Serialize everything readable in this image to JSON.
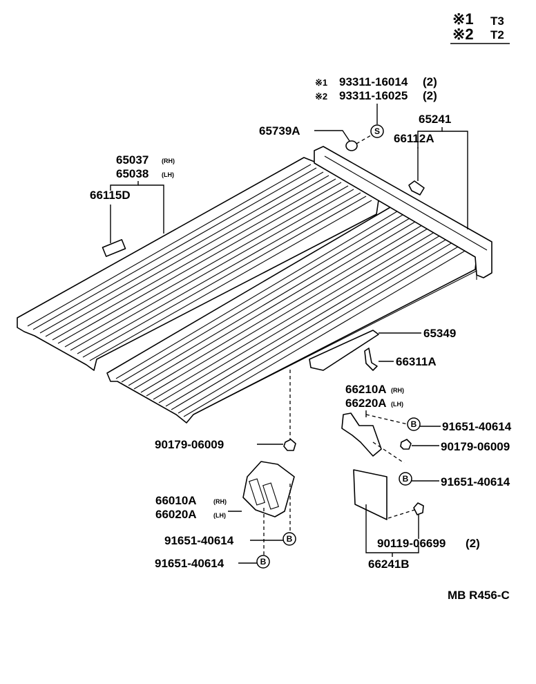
{
  "legend": [
    {
      "mark": "※1",
      "value": "T3"
    },
    {
      "mark": "※2",
      "value": "T2"
    }
  ],
  "bolt_notes": [
    {
      "mark": "※1",
      "part": "93311-16014",
      "qty": "(2)"
    },
    {
      "mark": "※2",
      "part": "93311-16025",
      "qty": "(2)"
    }
  ],
  "labels": {
    "p65739A": "65739A",
    "p65241": "65241",
    "p66112A": "66112A",
    "p65037": "65037",
    "p65037_side": "(RH)",
    "p65038": "65038",
    "p65038_side": "(LH)",
    "p66115D": "66115D",
    "p65349": "65349",
    "p66311A": "66311A",
    "p66210A": "66210A",
    "p66210A_side": "(RH)",
    "p66220A": "66220A",
    "p66220A_side": "(LH)",
    "p91651_right_1": "91651-40614",
    "p90179_right": "90179-06009",
    "p91651_right_2": "91651-40614",
    "p90179_left": "90179-06009",
    "p66010A": "66010A",
    "p66010A_side": "(RH)",
    "p66020A": "66020A",
    "p66020A_side": "(LH)",
    "p91651_left_1": "91651-40614",
    "p91651_left_2": "91651-40614",
    "p90119": "90119-06699",
    "p90119_qty": "(2)",
    "p66241B": "66241B",
    "footer_code": "MB R456-C"
  },
  "symbols": {
    "s": "S",
    "b": "B"
  }
}
